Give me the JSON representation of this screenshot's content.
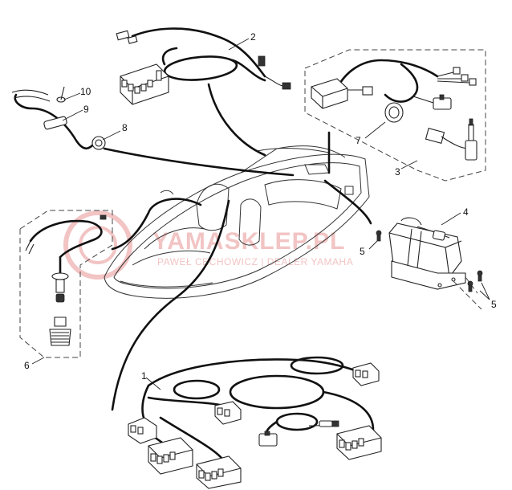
{
  "watermark": {
    "brand": "YAMASKLEP.PL",
    "subtitle": "PAWEŁ CECHOWICZ | DEALER YAMAHA",
    "color": "#f2c4c4"
  },
  "callouts": [
    {
      "id": "1",
      "label": "1"
    },
    {
      "id": "2",
      "label": "2"
    },
    {
      "id": "3",
      "label": "3"
    },
    {
      "id": "4",
      "label": "4"
    },
    {
      "id": "5a",
      "label": "5"
    },
    {
      "id": "5b",
      "label": "5"
    },
    {
      "id": "6",
      "label": "6"
    },
    {
      "id": "7",
      "label": "7"
    },
    {
      "id": "8",
      "label": "8"
    },
    {
      "id": "9",
      "label": "9"
    },
    {
      "id": "10",
      "label": "10"
    }
  ]
}
